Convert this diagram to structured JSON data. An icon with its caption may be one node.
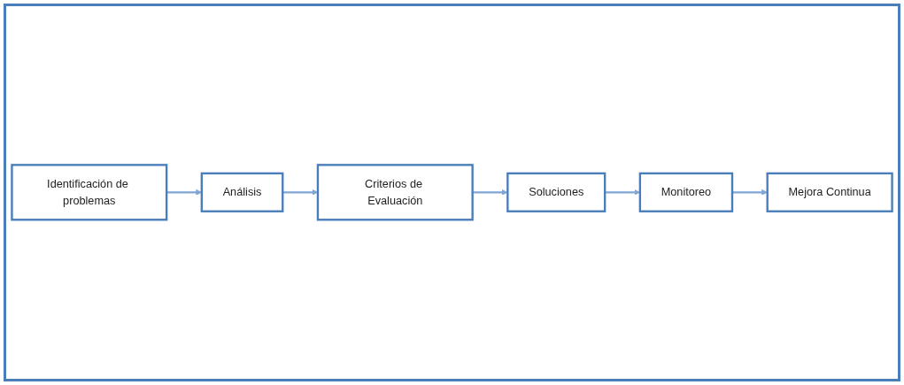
{
  "diagram": {
    "nodes": [
      {
        "text": [
          "Identificación de problemas"
        ]
      },
      {
        "text": [
          "Análisis"
        ]
      },
      {
        "text": [
          "Criterios de Evaluación"
        ]
      },
      {
        "text": [
          "Monitoreo"
        ]
      },
      {
        "text": [
          "Soluciones"
        ]
      },
      {
        "text": [
          "Mejora Continua"
        ]
      }
    ],
    "edges": [
      {
        "from": 0,
        "to": 1,
        "arrow": "to"
      },
      {
        "from": 1,
        "to": 2,
        "arrow": "to"
      },
      {
        "from": 2,
        "to": 4,
        "arrow": "to"
      },
      {
        "from": 4,
        "to": 3,
        "arrow": "to"
      },
      {
        "from": 3,
        "to": 5,
        "arrow": "to"
      }
    ]
  }
}
